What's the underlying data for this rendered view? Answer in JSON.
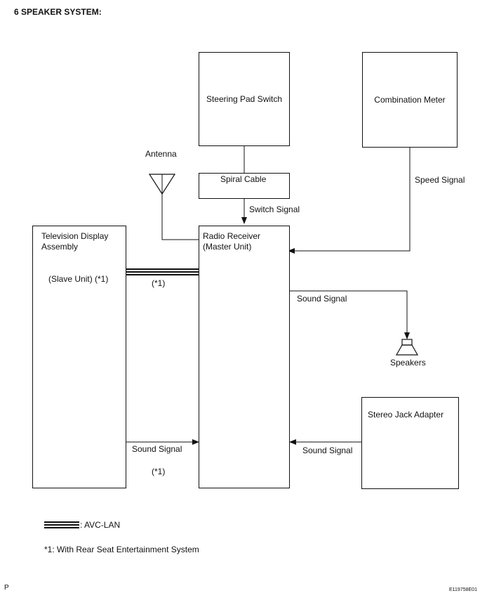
{
  "title": "6 SPEAKER SYSTEM:",
  "boxes": {
    "steering_pad_switch": "Steering Pad Switch",
    "combination_meter": "Combination Meter",
    "spiral_cable": "Spiral Cable",
    "radio_receiver_line1": "Radio Receiver",
    "radio_receiver_line2": "(Master Unit)",
    "tv_display_line1": "Television Display",
    "tv_display_line2": "Assembly",
    "tv_display_slave": "(Slave Unit) (*1)",
    "stereo_jack_adapter": "Stereo Jack Adapter"
  },
  "labels": {
    "antenna": "Antenna",
    "speed_signal": "Speed Signal",
    "switch_signal": "Switch Signal",
    "avc_note": "(*1)",
    "sound_signal_speakers": "Sound Signal",
    "speakers": "Speakers",
    "sound_signal_tv": "Sound Signal",
    "sound_signal_tv_note": "(*1)",
    "sound_signal_jack": "Sound Signal"
  },
  "legend": {
    "avc_lan": ": AVC-LAN",
    "footnote": "*1: With Rear Seat Entertainment System"
  },
  "footer": {
    "left": "P",
    "right": "E119758E01"
  }
}
